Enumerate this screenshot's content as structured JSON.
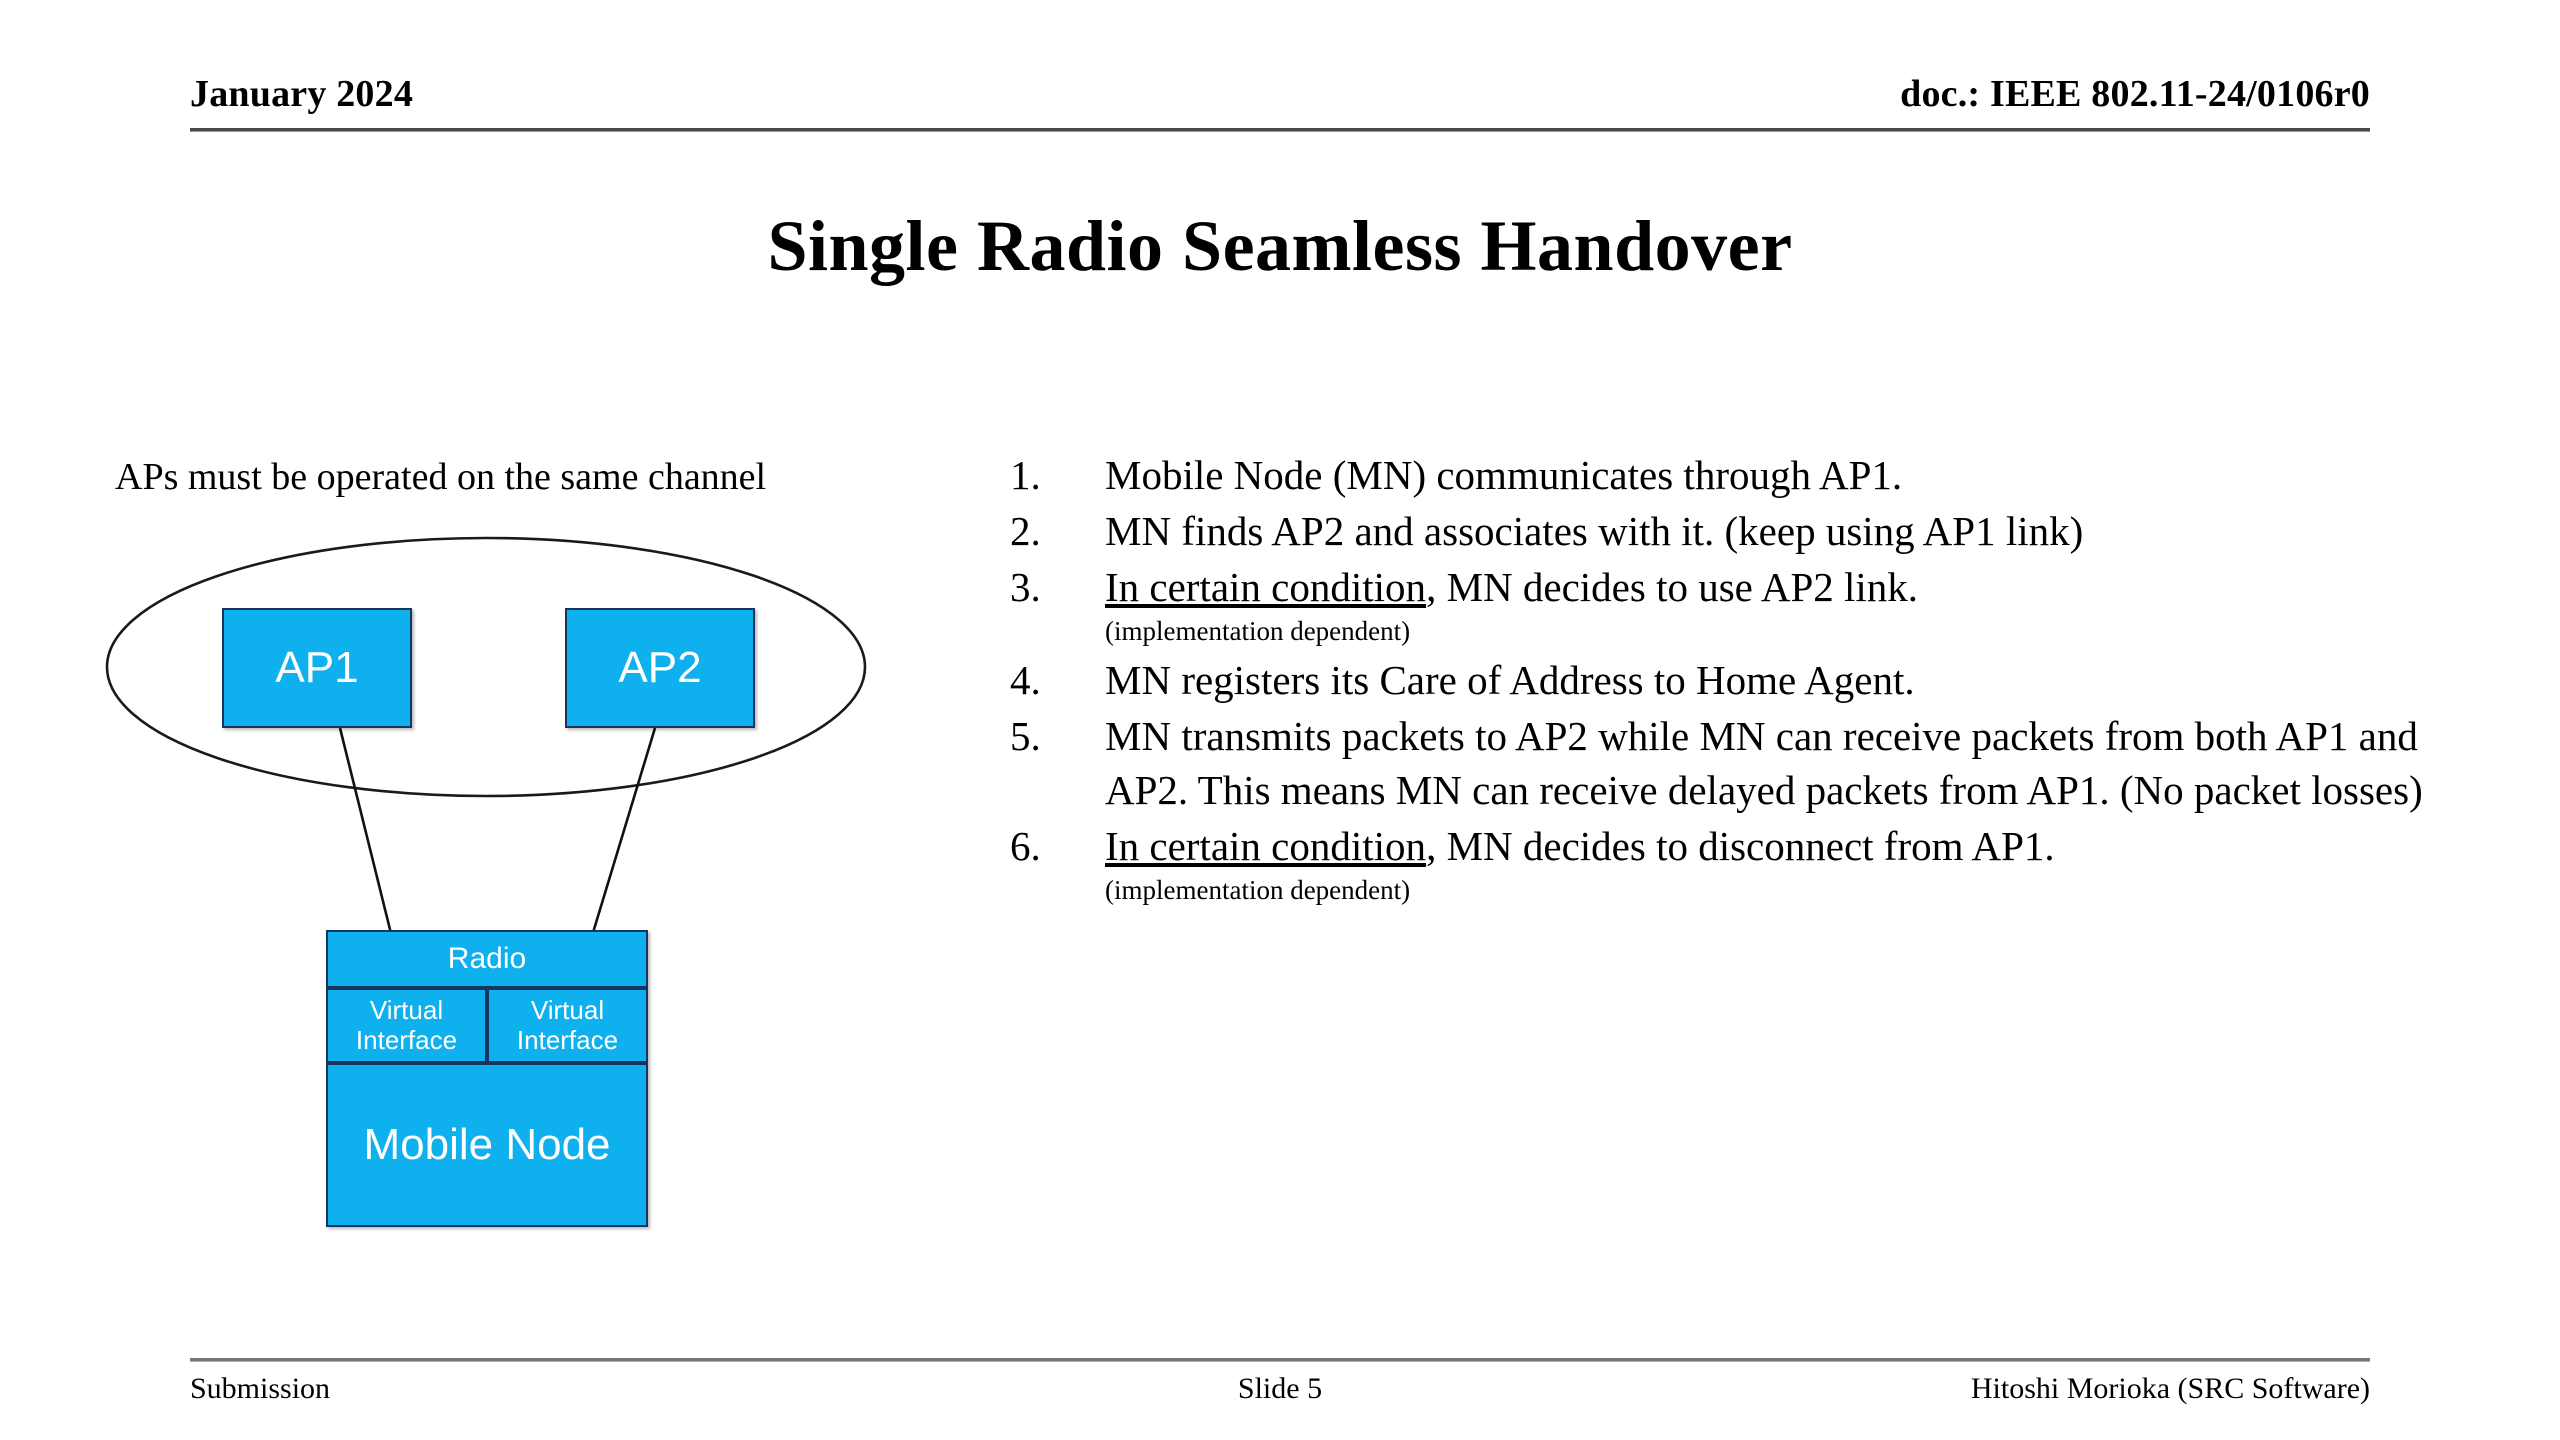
{
  "header": {
    "date": "January 2024",
    "doc": "doc.: IEEE 802.11-24/0106r0"
  },
  "title": "Single Radio Seamless Handover",
  "diagram": {
    "caption": "APs must be operated on the same channel",
    "ap1_label": "AP1",
    "ap2_label": "AP2",
    "radio_label": "Radio",
    "virtual_interface_1_label": "Virtual Interface",
    "virtual_interface_2_label": "Virtual Interface",
    "mobile_node_label": "Mobile Node",
    "box_fill_color": "#0FB0EE",
    "box_border_color": "#17365D",
    "ellipse_stroke_color": "#1a1a1a"
  },
  "steps": [
    {
      "num": "1.",
      "emph": "",
      "text": "Mobile Node (MN) communicates through AP1.",
      "sub": ""
    },
    {
      "num": "2.",
      "emph": "",
      "text": "MN finds AP2 and associates with it. (keep using AP1 link)",
      "sub": ""
    },
    {
      "num": "3.",
      "emph": "In certain condition",
      "text": ", MN decides to use AP2 link.",
      "sub": "(implementation dependent)"
    },
    {
      "num": "4.",
      "emph": "",
      "text": "MN registers its Care of Address to Home Agent.",
      "sub": ""
    },
    {
      "num": "5.",
      "emph": "",
      "text": "MN transmits packets to AP2 while MN can receive packets from both AP1 and AP2. This means MN can receive delayed packets from AP1. (No packet losses)",
      "sub": ""
    },
    {
      "num": "6.",
      "emph": "In certain condition",
      "text": ", MN decides to disconnect from AP1.",
      "sub": "(implementation dependent)"
    }
  ],
  "footer": {
    "left": "Submission",
    "center": "Slide 5",
    "right": "Hitoshi Morioka (SRC Software)"
  }
}
